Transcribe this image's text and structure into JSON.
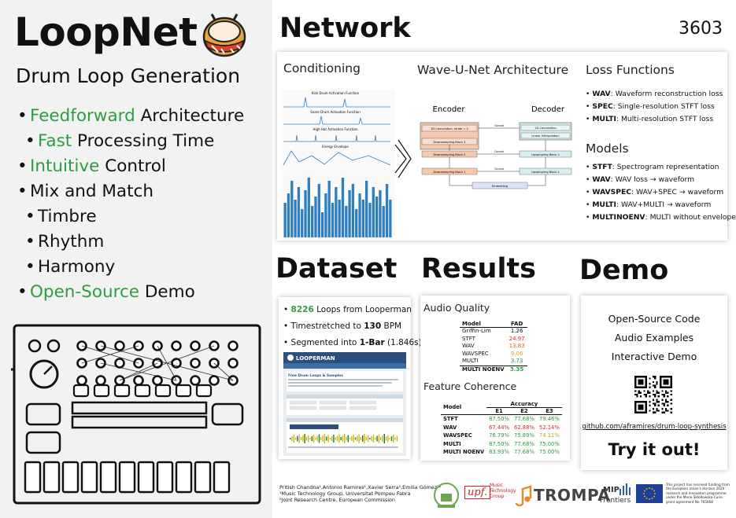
{
  "header": {
    "title": "LoopNet",
    "subtitle": "Drum Loop Generation",
    "paper_id": "3603"
  },
  "highlights": [
    {
      "hl": "Feedforward",
      "rest": " Architecture",
      "sub": false
    },
    {
      "hl": "Fast",
      "rest": " Processing Time",
      "sub": true
    },
    {
      "hl": "Intuitive",
      "rest": " Control",
      "sub": false
    },
    {
      "hl": "",
      "rest": "Mix and Match",
      "sub": false
    },
    {
      "hl": "",
      "rest": "Timbre",
      "sub": true
    },
    {
      "hl": "",
      "rest": "Rhythm",
      "sub": true
    },
    {
      "hl": "",
      "rest": "Harmony",
      "sub": true
    },
    {
      "hl": "Open-Source",
      "rest": " Demo",
      "sub": false
    }
  ],
  "sections": {
    "network": "Network",
    "dataset": "Dataset",
    "results": "Results",
    "demo": "Demo"
  },
  "network": {
    "conditioning_title": "Conditioning",
    "mini_labels": [
      "Kick Drum Activation Function",
      "Snare Drum Activation Function",
      "High Hat Activation Function",
      "Energy Envelope"
    ],
    "arch_title": "Wave-U-Net Architecture",
    "encoder": "Encoder",
    "decoder": "Decoder",
    "blocks": {
      "enc_conv": "1D Convolution, stride = 2",
      "enc_ds3": "Downsampling Block 3",
      "enc_ds2": "Downsampling Block 2",
      "enc_ds1": "Downsampling Block 1",
      "dec_conv": "1D Convolution",
      "dec_interp": "Linear Interpolation",
      "dec_us2": "Upsampling Block 2",
      "dec_us1": "Upsampling Block 1",
      "embedding": "Embedding",
      "concat": "Concat"
    },
    "loss_title": "Loss Functions",
    "losses": [
      {
        "name": "WAV",
        "desc": ": Waveform reconstruction loss"
      },
      {
        "name": "SPEC",
        "desc": ": Single-resolution STFT loss"
      },
      {
        "name": "MULTI",
        "desc": ": Multi-resolution STFT loss"
      }
    ],
    "models_title": "Models",
    "models": [
      {
        "name": "STFT",
        "desc": ": Spectrogram representation"
      },
      {
        "name": "WAV",
        "desc": ": WAV loss → waveform"
      },
      {
        "name": "WAVSPEC",
        "desc": ": WAV+SPEC → waveform"
      },
      {
        "name": "MULTI",
        "desc": ": WAV+MULTI → waveform"
      },
      {
        "name": "MULTINOENV",
        "desc": ": MULTI without envelope"
      }
    ],
    "bar_values": [
      0.55,
      0.7,
      0.9,
      0.6,
      0.8,
      0.45,
      0.75,
      0.95,
      0.5,
      0.65,
      0.85,
      0.4,
      0.7,
      0.9,
      0.55,
      0.8,
      0.6,
      0.95,
      0.5,
      0.75,
      0.85,
      0.45,
      0.7,
      0.6,
      0.9,
      0.55,
      0.8,
      0.65,
      0.75,
      0.5,
      0.85,
      0.6
    ]
  },
  "dataset": {
    "items": [
      {
        "hl": "8226",
        "pre": "",
        "post": " Loops from Looperman"
      },
      {
        "hl": "",
        "pre": "Timestretched to ",
        "bold": "130",
        "post": " BPM"
      },
      {
        "hl": "",
        "pre": "Segmented into ",
        "bold": "1-Bar",
        "post": " (1.846s)"
      }
    ],
    "site_name": "LOOPERMAN",
    "site_heading": "Free Drum Loops & Samples"
  },
  "results": {
    "audio_quality_title": "Audio Quality",
    "aq_headers": [
      "Model",
      "FAD"
    ],
    "aq_rows": [
      {
        "model": "Griffin-Lim",
        "fad": "1.26",
        "color": "#111111"
      },
      {
        "model": "STFT",
        "fad": "24.97",
        "color": "#d62828"
      },
      {
        "model": "WAV",
        "fad": "13.83",
        "color": "#e0641b"
      },
      {
        "model": "WAVSPEC",
        "fad": "9.06",
        "color": "#e0a21b"
      },
      {
        "model": "MULTI",
        "fad": "3.73",
        "color": "#2e9d3f"
      },
      {
        "model": "MULTI NOENV",
        "fad": "3.35",
        "color": "#2e9d3f",
        "bold": true
      }
    ],
    "feature_title": "Feature Coherence",
    "fc_group": "Accuracy",
    "fc_headers": [
      "Model",
      "E1",
      "E2",
      "E3"
    ],
    "fc_rows": [
      {
        "model": "STFT",
        "e": [
          "87.50%",
          "77.68%",
          "79.46%"
        ],
        "c": [
          "#2e9d3f",
          "#2e9d3f",
          "#2e9d3f"
        ]
      },
      {
        "model": "WAV",
        "e": [
          "67.44%",
          "62.88%",
          "52.14%"
        ],
        "c": [
          "#d62828",
          "#d62828",
          "#d62828"
        ]
      },
      {
        "model": "WAVSPEC",
        "e": [
          "76.79%",
          "75.89%",
          "74.11%"
        ],
        "c": [
          "#2e9d3f",
          "#2e9d3f",
          "#a8b51b"
        ]
      },
      {
        "model": "MULTI",
        "e": [
          "87.50%",
          "77.68%",
          "75.00%"
        ],
        "c": [
          "#2e9d3f",
          "#2e9d3f",
          "#2e9d3f"
        ]
      },
      {
        "model": "MULTI NOENV",
        "e": [
          "83.93%",
          "77.68%",
          "75.00%"
        ],
        "c": [
          "#2e9d3f",
          "#2e9d3f",
          "#2e9d3f"
        ]
      }
    ]
  },
  "demo": {
    "lines": [
      "Open-Source Code",
      "Audio Examples",
      "Interactive Demo"
    ],
    "link": "github.com/aframires/drum-loop-synthesis",
    "cta": "Try it out!"
  },
  "footer": {
    "authors": "Pritish Chandna¹,Antonio Ramires¹,Xavier Serra¹,Emilia Gómez¹²",
    "affil1": "¹Music Technology Group, Universitat Pompeu Fabra",
    "affil2": "²Joint Research Centre, European Commission",
    "upf": "upf.",
    "mtg": "Music Technology Group",
    "trompa": "TROMPA",
    "mip": "MIP",
    "frontiers": "Frontiers",
    "funding": "This project has received funding from the European Union's Horizon 2020 research and innovation programme under the Marie Skłodowska-Curie grant agreement No 765068"
  },
  "colors": {
    "accent_green": "#2e9d3f",
    "drum_orange": "#e8a33c",
    "drum_red": "#d9412b"
  }
}
